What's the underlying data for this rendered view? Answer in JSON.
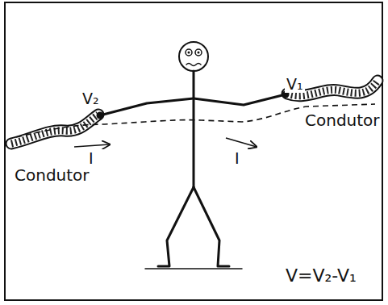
{
  "diagram": {
    "labels": [
      "V₂",
      "V₁",
      "Condutor",
      "I",
      "I",
      "Condutor",
      "V=V₂-V₁"
    ]
  }
}
